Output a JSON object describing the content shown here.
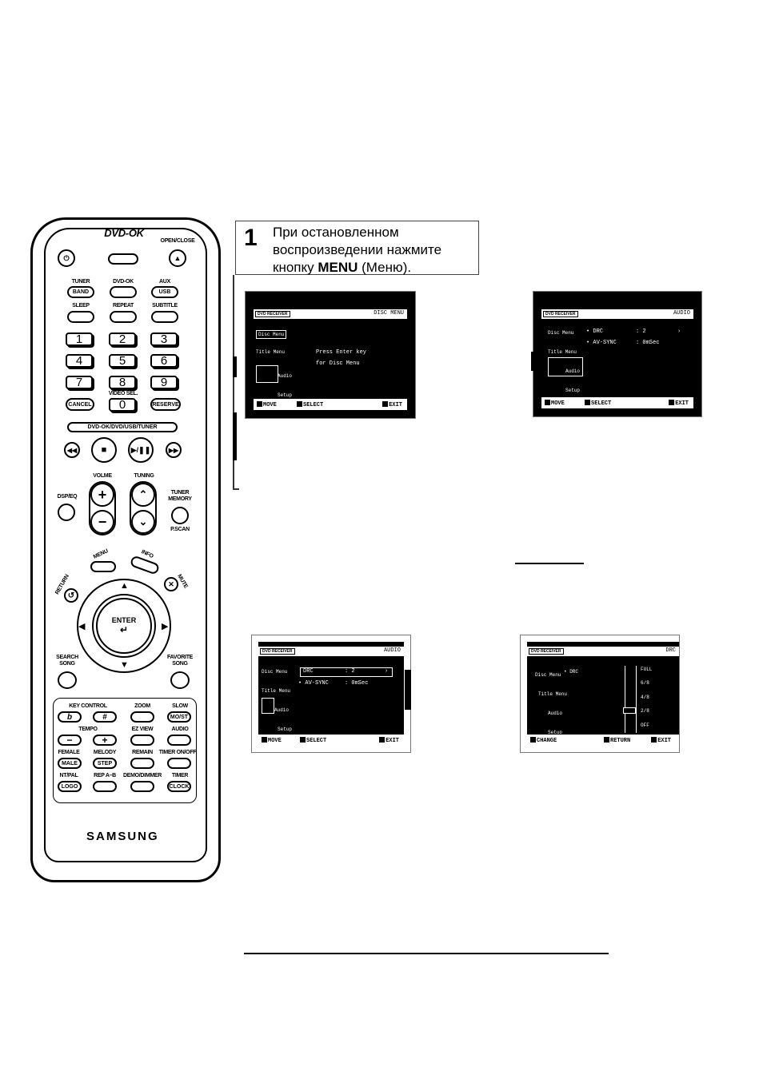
{
  "remote": {
    "logo": "DVD-OK",
    "open_close": "OPEN/CLOSE",
    "power_symbol": "⏻",
    "row1": {
      "tuner": "TUNER",
      "band": "BAND",
      "dvd_ok": "DVD-OK",
      "aux": "AUX",
      "usb": "USB"
    },
    "row2": {
      "sleep": "SLEEP",
      "repeat": "REPEAT",
      "subtitle": "SUBTITLE"
    },
    "numbers": [
      "1",
      "2",
      "3",
      "4",
      "5",
      "6",
      "7",
      "8",
      "9",
      "0"
    ],
    "video_sel": "VIDEO SEL.",
    "cancel": "CANCEL",
    "reserve": "RESERVE",
    "mode_bar": "DVD-OK/DVD/USB/TUNER",
    "volume": "VOLME",
    "tuning": "TUNING",
    "dsp_eq": "DSP/EQ",
    "tuner_memory": "TUNER MEMORY",
    "p_scan": "P.SCAN",
    "menu": "MENU",
    "info": "INFO",
    "return": "RETURN",
    "mute": "MUTE",
    "enter": "ENTER",
    "search_song": "SEARCH SONG",
    "favorite_song": "FAVORITE SONG",
    "key_control": "KEY CONTROL",
    "zoom": "ZOOM",
    "slow": "SLOW",
    "mo_st": "MO/ST",
    "tempo": "TEMPO",
    "ez_view": "EZ VIEW",
    "audio": "AUDIO",
    "female": "FEMALE",
    "male": "MALE",
    "melody": "MELODY",
    "step": "STEP",
    "remain": "REMAIN",
    "timer_onoff": "TIMER ON/OFF",
    "ntpal": "NT/PAL",
    "logo_btn": "LOGO",
    "rep_ab": "REP A–B",
    "demo_dimmer": "DEMO/DIMMER",
    "timer": "TIMER",
    "clock": "CLOCK",
    "flat": "b",
    "sharp": "#",
    "brand": "SAMSUNG"
  },
  "step1": {
    "number": "1",
    "line1": "При остановленном",
    "line2": "воспроизведении нажмите",
    "line3_a": "кнопку ",
    "line3_b": "MENU",
    "line3_c": " (Меню)."
  },
  "screen1": {
    "header_left": "DVD RECEIVER",
    "header_right": "DISC MENU",
    "menu": [
      "Disc Menu",
      "Title Menu",
      "Audio",
      "Setup"
    ],
    "msg1": "Press Enter key",
    "msg2": "for Disc Menu",
    "footer": [
      "MOVE",
      "SELECT",
      "EXIT"
    ]
  },
  "screen2": {
    "header_left": "DVD RECEIVER",
    "header_right": "AUDIO",
    "menu": [
      "Disc Menu",
      "Title Menu",
      "Audio",
      "Setup"
    ],
    "rows": [
      {
        "label": "DRC",
        "value": "2"
      },
      {
        "label": "AV-SYNC",
        "value": "0mSec"
      }
    ],
    "footer": [
      "MOVE",
      "SELECT",
      "EXIT"
    ]
  },
  "screen3": {
    "header_left": "DVD RECEIVER",
    "header_right": "AUDIO",
    "menu": [
      "Disc Menu",
      "Title Menu",
      "Audio",
      "Setup"
    ],
    "rows": [
      {
        "label": "DRC",
        "value": "2"
      },
      {
        "label": "AV-SYNC",
        "value": "0mSec"
      }
    ],
    "footer": [
      "MOVE",
      "SELECT",
      "EXIT"
    ]
  },
  "screen4": {
    "header_left": "DVD RECEIVER",
    "header_right": "DRC",
    "menu": [
      "Disc Menu",
      "Title Menu",
      "Audio",
      "Setup"
    ],
    "item": "DRC",
    "levels": [
      "FULL",
      "6/8",
      "4/8",
      "2/8",
      "OFF"
    ],
    "selected_level": "2/8",
    "footer": [
      "CHANGE",
      "RETURN",
      "EXIT"
    ]
  }
}
